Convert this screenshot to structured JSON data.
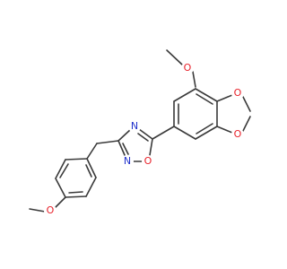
{
  "molecule": {
    "atom_labels": {
      "methoxy_top_O": "O",
      "dioxole_O_upper": "O",
      "dioxole_O_lower": "O",
      "oxadiazole_N_upper": "N",
      "oxadiazole_N_lower": "N",
      "oxadiazole_O": "O",
      "anisole_O": "O"
    },
    "colors": {
      "bond": "#3a3a3a",
      "oxygen": "#e8212a",
      "nitrogen": "#2233cc",
      "background": "#ffffff"
    }
  }
}
